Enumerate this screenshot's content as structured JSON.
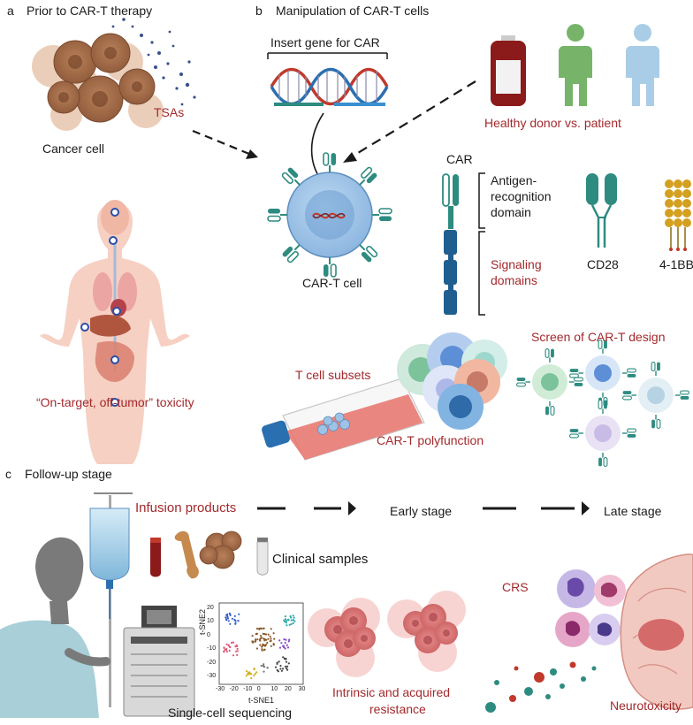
{
  "panel_a": {
    "letter": "a",
    "title": "Prior to CAR-T therapy",
    "tsa_label": "TSAs",
    "cancer_cell_label": "Cancer cell",
    "toxicity_label": "“On-target, off-tumor” toxicity"
  },
  "panel_b": {
    "letter": "b",
    "title": "Manipulation of CAR-T cells",
    "insert_gene_label": "Insert gene for CAR",
    "donor_label": "Healthy donor vs. patient",
    "car_t_cell_label": "CAR-T cell",
    "car_label": "CAR",
    "antigen_domain_label_1": "Antigen-",
    "antigen_domain_label_2": "recognition",
    "antigen_domain_label_3": "domain",
    "signaling_label_1": "Signaling",
    "signaling_label_2": "domains",
    "cd28_label": "CD28",
    "bb_label": "4-1BB",
    "screen_label": "Screen of CAR-T design",
    "subsets_label": "T cell subsets",
    "polyfunction_label": "CAR-T polyfunction"
  },
  "panel_c": {
    "letter": "c",
    "title": "Follow-up stage",
    "infusion_label": "Infusion products",
    "early_label": "Early stage",
    "late_label": "Late stage",
    "clinical_label": "Clinical samples",
    "scseq_label": "Single-cell sequencing",
    "resistance_label_1": "Intrinsic and acquired",
    "resistance_label_2": "resistance",
    "crs_label": "CRS",
    "neuro_label": "Neurotoxicity",
    "tsne_x_label": "t-SNE1",
    "tsne_y_label": "t-SNE2",
    "tsne_x_ticks": [
      "-30",
      "-20",
      "-10",
      "0",
      "10",
      "20",
      "30"
    ],
    "tsne_y_ticks": [
      "20",
      "10",
      "0",
      "-10",
      "-20",
      "-30"
    ]
  },
  "colors": {
    "car_teal": "#2e8b80",
    "signal_blue": "#1f5f8f",
    "label_red": "#a3292c",
    "cell_blue": "#9ec3e6",
    "skin": "#f4c7b8",
    "donor_green": "#77b46a",
    "patient_blue": "#a9cde6"
  }
}
